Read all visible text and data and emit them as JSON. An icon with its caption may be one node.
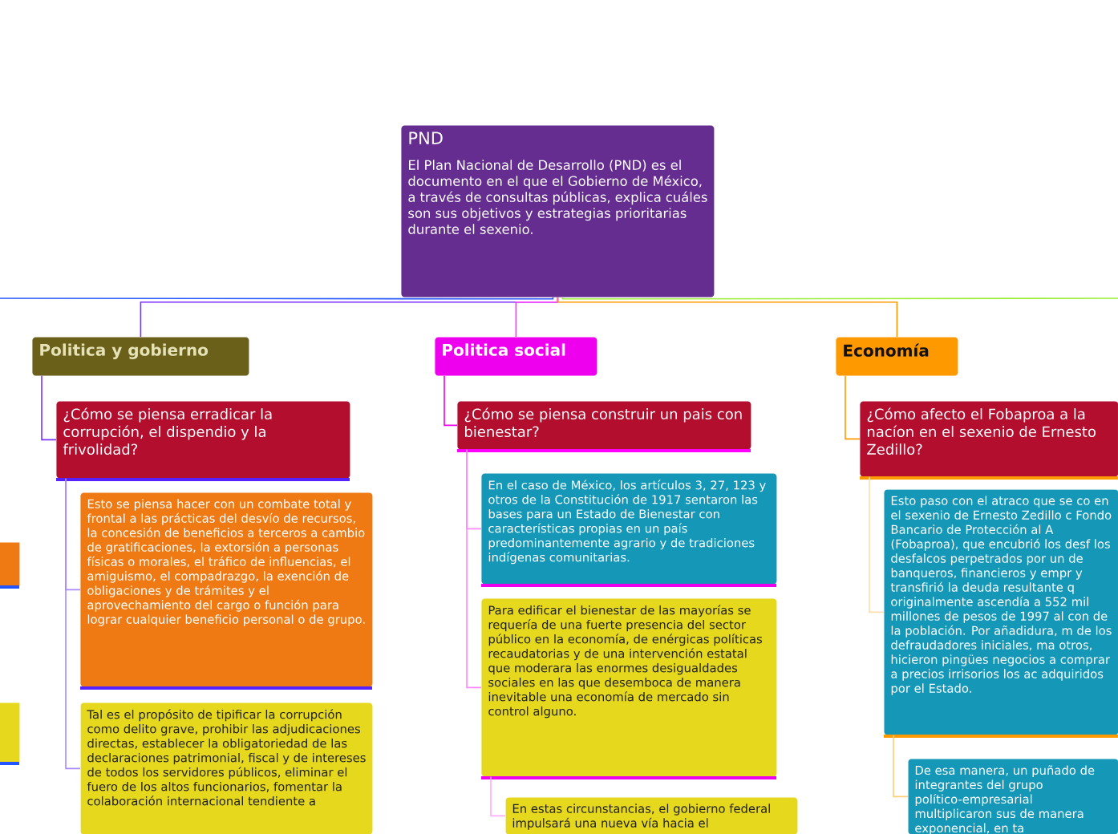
{
  "diagram": {
    "nodes": [
      {
        "text": [
          "PND",
          "El Plan Nacional de Desarrollo (PND) es el documento en el que el Gobierno de México, a través de consultas públicas, explica cuáles son sus objetivos y estrategias prioritarias durante el sexenio."
        ]
      },
      {
        "text": [
          "Politica y gobierno"
        ]
      },
      {
        "text": [
          "Politica social"
        ]
      },
      {
        "text": [
          "Economía"
        ]
      },
      {
        "text": [
          "¿Cómo se piensa erradicar la corrupción, el dispendio y la frivolidad?"
        ]
      },
      {
        "text": [
          "Esto se piensa hacer con un combate total y frontal a las prácticas del desvío de recursos, la concesión de beneficios a terceros a cambio de gratificaciones, la extorsión a personas físicas o morales, el tráfico de influencias, el amiguismo, el compadrazgo, la exención de obligaciones y de trámites y el aprovechamiento del cargo o función para lograr cualquier beneficio personal o de grupo."
        ]
      },
      {
        "text": [
          "Tal es el propósito de tipificar la corrupción como delito grave, prohibir las adjudicaciones directas, establecer la obligatoriedad de las declaraciones patrimonial, fiscal y de intereses de todos los servidores públicos, eliminar el fuero de los altos funcionarios, fomentar la colaboración internacional tendiente a"
        ]
      },
      {
        "text": [
          "¿Cómo se piensa construir un pais con bienestar?"
        ]
      },
      {
        "text": [
          "En el caso de México, los artículos 3, 27, 123 y otros de la Constitución de 1917 sentaron las bases para un Estado de Bienestar con características propias en un país predominantemente agrario y de tradiciones indígenas comunitarias."
        ]
      },
      {
        "text": [
          "Para edificar el bienestar de las mayorías se requería de una fuerte presencia del sector público en la economía, de enérgicas políticas recaudatorias y de una intervención estatal que moderara las enormes desigualdades sociales en las que desemboca de manera inevitable una economía de mercado sin control alguno."
        ]
      },
      {
        "text": [
          "En estas circunstancias, el gobierno federal impulsará una nueva vía hacia el"
        ]
      },
      {
        "text": [
          "¿Cómo afecto  el Fobaproa a la nacíon en el sexenio de Ernesto Zedillo?"
        ]
      },
      {
        "text": [
          "Esto paso con el atraco que se co en el sexenio de Ernesto Zedillo c Fondo Bancario de Protección al A (Fobaproa), que encubrió los desf los desfalcos perpetrados por un de banqueros, financieros y empr y transfirió la deuda resultante q originalmente ascendía a 552 mil millones de pesos de 1997 al con de la población. Por añadidura, m de los defraudadores iniciales, ma otros, hicieron pingües negocios a comprar a precios irrisorios los ac adquiridos por el Estado."
        ]
      },
      {
        "text": [
          "De esa manera, un puñado de integrantes del grupo político-empresarial multiplicaron sus de manera exponencial, en ta"
        ]
      },
      {
        "text": [],
        "shape": "box"
      },
      {
        "text": [],
        "shape": "box"
      }
    ],
    "edges": [
      {
        "from": 0,
        "to": null,
        "arrow": "none",
        "color": "#2255ff"
      },
      {
        "from": 0,
        "to": 1,
        "arrow": "none",
        "color": "#7b2cff"
      },
      {
        "from": 0,
        "to": 2,
        "arrow": "none",
        "color": "#ff33ff"
      },
      {
        "from": 0,
        "to": 3,
        "arrow": "none",
        "color": "#ff9900"
      },
      {
        "from": 0,
        "to": null,
        "arrow": "none",
        "color": "#99ee33"
      },
      {
        "from": 1,
        "to": 4,
        "arrow": "none",
        "color": "#7733ff"
      },
      {
        "from": 4,
        "to": 5,
        "arrow": "none",
        "color": "#aa88ff"
      },
      {
        "from": 4,
        "to": 6,
        "arrow": "none",
        "color": "#aa88ff"
      },
      {
        "from": 2,
        "to": 7,
        "arrow": "none",
        "color": "#ee00ee"
      },
      {
        "from": 7,
        "to": 8,
        "arrow": "none",
        "color": "#ff88ff"
      },
      {
        "from": 7,
        "to": 9,
        "arrow": "none",
        "color": "#ff88ff"
      },
      {
        "from": 9,
        "to": 10,
        "arrow": "none",
        "color": "#ffaaff"
      },
      {
        "from": 3,
        "to": 11,
        "arrow": "none",
        "color": "#ff9900"
      },
      {
        "from": 11,
        "to": 12,
        "arrow": "none",
        "color": "#ffddaa"
      },
      {
        "from": 12,
        "to": 13,
        "arrow": "none",
        "color": "#ffcc77"
      }
    ]
  }
}
